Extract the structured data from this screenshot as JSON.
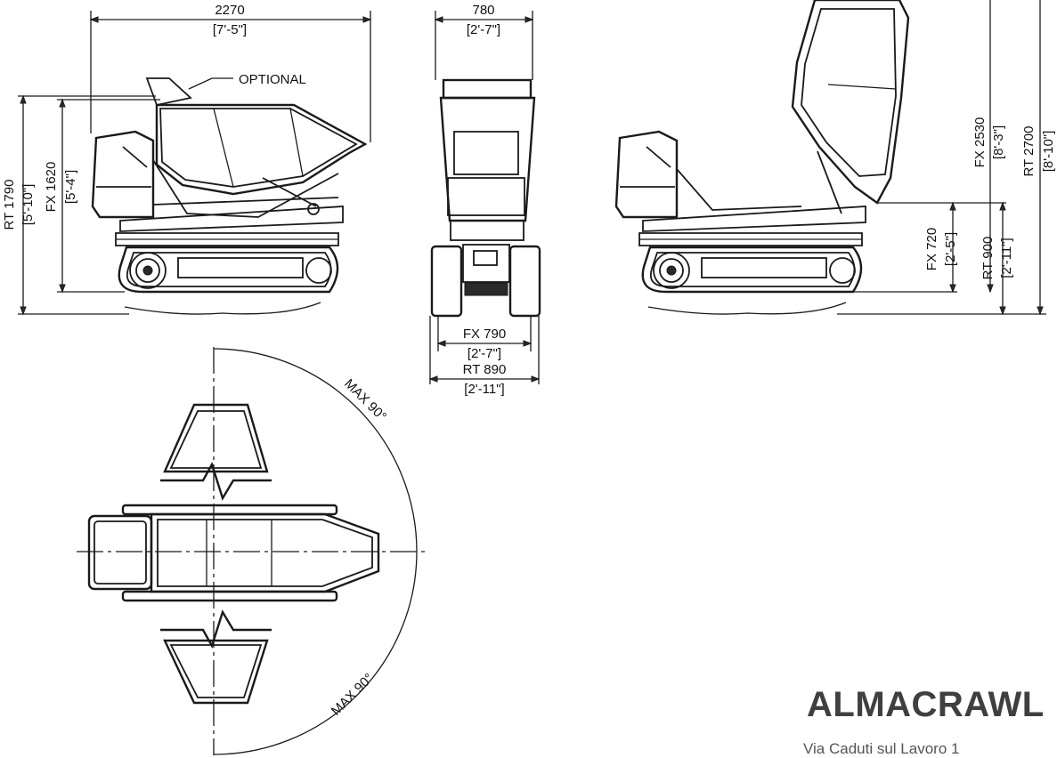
{
  "side_view": {
    "length": {
      "mm": "2270",
      "imperial": "[7'-5\"]"
    },
    "optional_label": "OPTIONAL",
    "rt_height": {
      "mm": "RT 1790",
      "imperial": "[5'-10\"]"
    },
    "fx_height": {
      "mm": "FX 1620",
      "imperial": "[5'-4\"]"
    }
  },
  "front_view": {
    "width": {
      "mm": "780",
      "imperial": "[2'-7\"]"
    },
    "fx_track": {
      "mm": "FX 790",
      "imperial": "[2'-7\"]"
    },
    "rt_track": {
      "mm": "RT 890",
      "imperial": "[2'-11\"]"
    }
  },
  "tipped_view": {
    "fx_max": {
      "mm": "FX 2530",
      "imperial": "[8'-3\"]"
    },
    "rt_max": {
      "mm": "RT 2700",
      "imperial": "[8'-10\"]"
    },
    "fx_dump": {
      "mm": "FX 720",
      "imperial": "[2'-5\"]"
    },
    "rt_dump": {
      "mm": "RT 900",
      "imperial": "[2'-11\"]"
    }
  },
  "top_view": {
    "rotation_upper": "MAX 90°",
    "rotation_lower": "MAX 90°"
  },
  "brand": {
    "logo_text": "ALMACRAWL",
    "address": "Via Caduti sul Lavoro 1"
  }
}
